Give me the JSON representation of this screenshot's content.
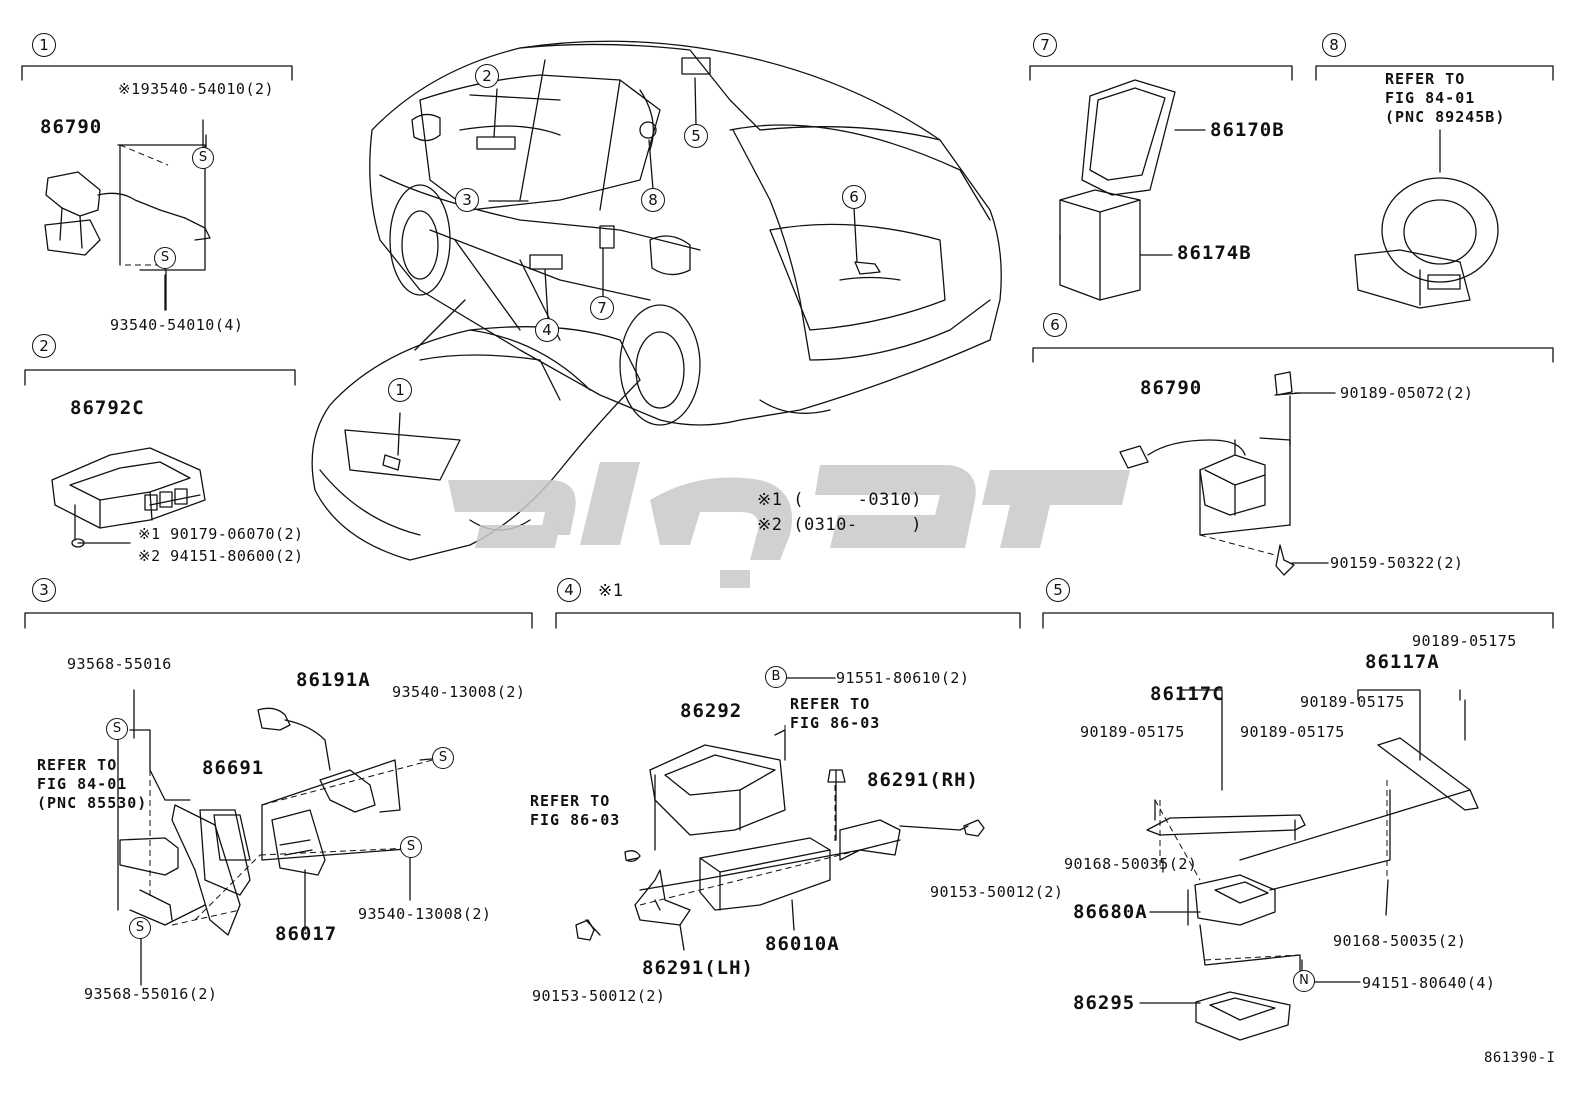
{
  "section_numbers": [
    "1",
    "2",
    "3",
    "4",
    "5",
    "6",
    "7",
    "8"
  ],
  "car_callouts": [
    "1",
    "2",
    "3",
    "4",
    "5",
    "6",
    "7",
    "8"
  ],
  "section1": {
    "parts": [
      "86790"
    ],
    "fasteners": [
      "※193540-54010(2)",
      "93540-54010(4)"
    ],
    "clip_symbol": "S"
  },
  "section2": {
    "part": "86792C",
    "fasteners": [
      "※1 90179-06070(2)",
      "※2 94151-80600(2)"
    ]
  },
  "section3": {
    "parts": [
      "86191A",
      "86691",
      "86017"
    ],
    "fasteners": [
      "93568-55016",
      "93540-13008(2)",
      "93540-13008(2)",
      "93568-55016(2)"
    ],
    "refer": "REFER TO\nFIG 84-01\n(PNC 85530)",
    "clip_symbol": "S"
  },
  "section4": {
    "header_mark": "※1",
    "parts": [
      "86292",
      "86291(RH)",
      "86291(LH)",
      "86010A"
    ],
    "fasteners": [
      "91551-80610(2)",
      "90153-50012(2)",
      "90153-50012(2)"
    ],
    "refer1": "REFER TO\nFIG 86-03",
    "refer2": "REFER TO\nFIG 86-03",
    "bolt_symbol": "B"
  },
  "section5": {
    "parts": [
      "86117C",
      "86117A",
      "86680A",
      "86295"
    ],
    "fasteners": [
      "90189-05175",
      "90189-05175",
      "90189-05175",
      "90189-05175",
      "90168-50035(2)",
      "90168-50035(2)",
      "94151-80640(4)"
    ],
    "nut_symbol": "N"
  },
  "section6": {
    "part": "86790",
    "fasteners": [
      "90189-05072(2)",
      "90159-50322(2)"
    ]
  },
  "section7": {
    "parts": [
      "86170B",
      "86174B"
    ]
  },
  "section8": {
    "refer": "REFER TO\nFIG 84-01\n(PNC 89245B)"
  },
  "applicability": [
    "※1 (     -0310)",
    "※2 (0310-     )"
  ],
  "figure_id": "861390-I"
}
